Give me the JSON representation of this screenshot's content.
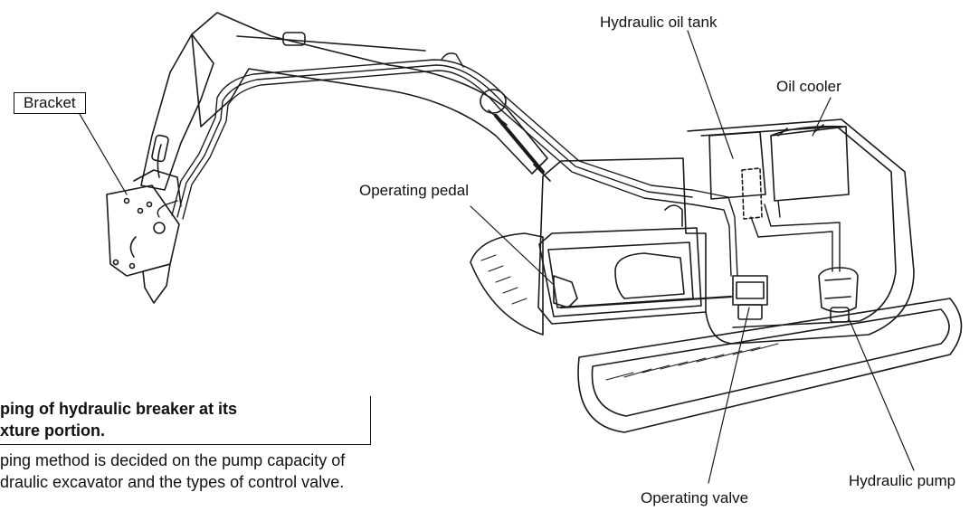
{
  "labels": {
    "bracket": "Bracket",
    "hydraulic_oil_tank": "Hydraulic oil tank",
    "oil_cooler": "Oil cooler",
    "operating_pedal": "Operating pedal",
    "hydraulic_pump": "Hydraulic pump",
    "operating_valve": "Operating valve"
  },
  "section": {
    "heading_line1": "ping of hydraulic breaker at its",
    "heading_line2": "xture portion.",
    "body_line1": "ping method is decided on the pump capacity of",
    "body_line2": "draulic excavator and the types of control valve."
  }
}
